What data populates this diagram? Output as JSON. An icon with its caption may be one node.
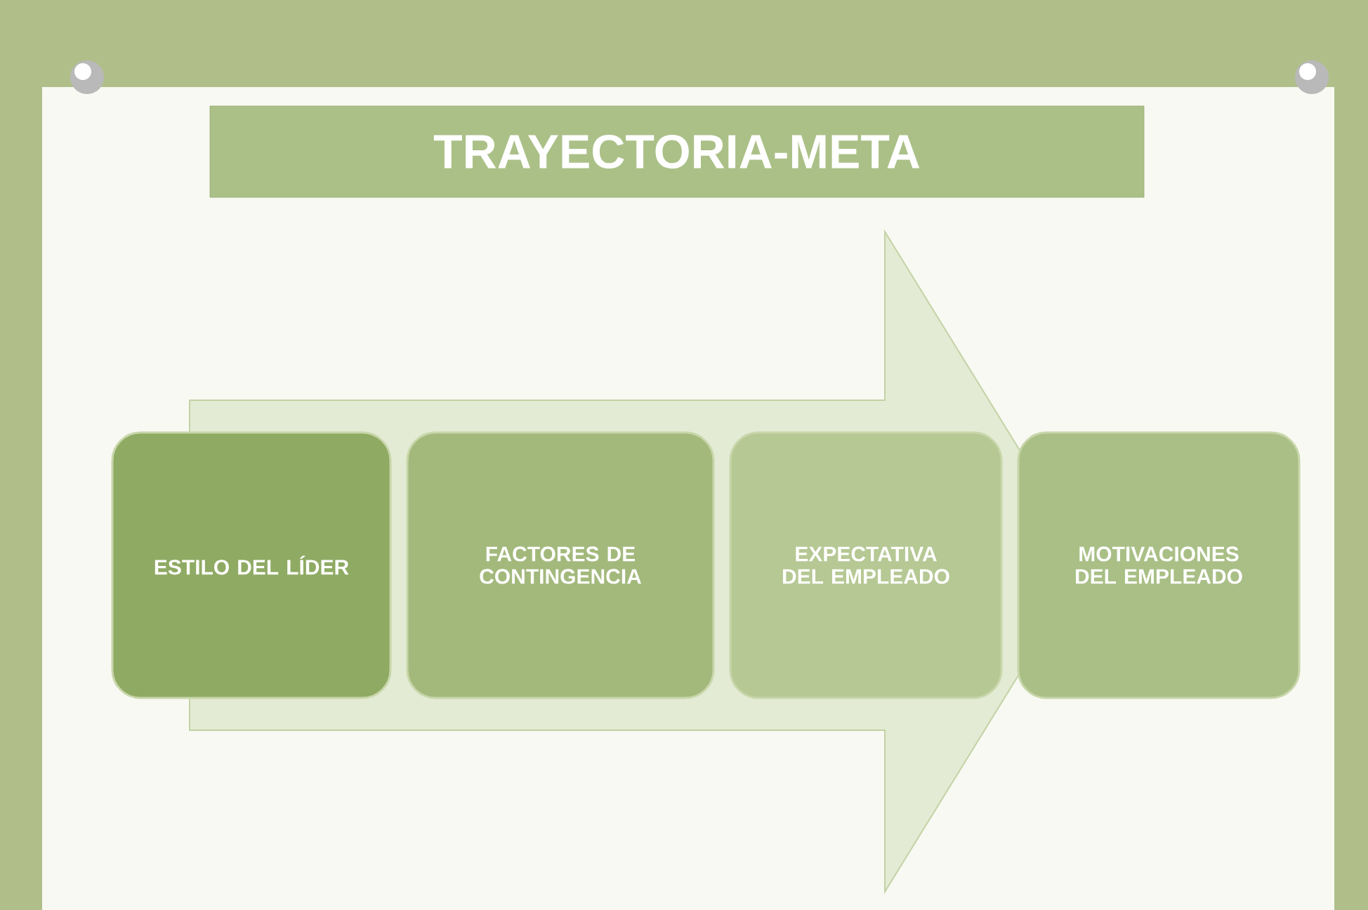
{
  "diagram": {
    "title": "TRAYECTORIA-META",
    "nodes": [
      {
        "text": [
          "ESTILO DEL LÍDER"
        ]
      },
      {
        "text": [
          "FACTORES DE CONTINGENCIA"
        ]
      },
      {
        "text": [
          "EXPECTATIVA DEL EMPLEADO"
        ]
      },
      {
        "text": [
          "MOTIVACIONES DEL EMPLEADO"
        ]
      }
    ],
    "edges": [
      {
        "from": 0,
        "to": 3,
        "arrow": "to"
      }
    ]
  }
}
